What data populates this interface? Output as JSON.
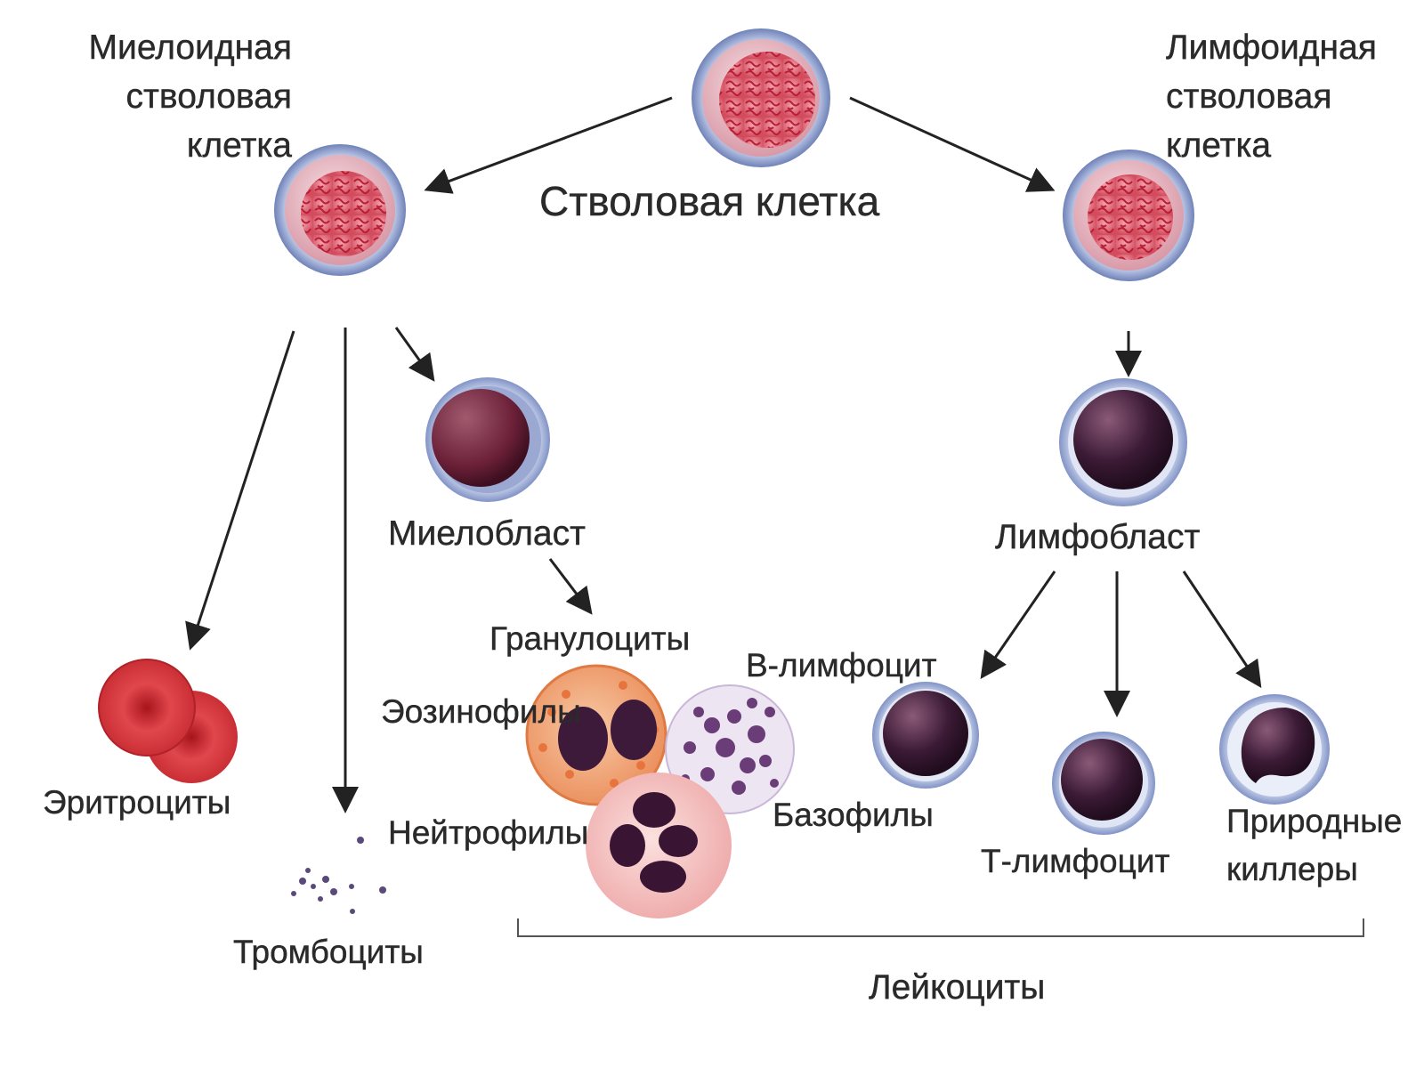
{
  "labels": {
    "myeloid_stem": [
      "Миелоидная",
      "стволовая",
      "клетка"
    ],
    "lymphoid_stem": [
      "Лимфоидная",
      "стволовая",
      "клетка"
    ],
    "stem_cell": "Стволовая клетка",
    "myeloblast": "Миелобласт",
    "lymphoblast": "Лимфобласт",
    "granulocytes": "Гранулоциты",
    "eosinophils": "Эозинофилы",
    "neutrophils": "Нейтрофилы",
    "basophils": "Базофилы",
    "erythrocytes": "Эритроциты",
    "platelets": "Тромбоциты",
    "b_lymphocyte": "В-лимфоцит",
    "t_lymphocyte": "Т-лимфоцит",
    "nk_cells": [
      "Природные",
      "киллеры"
    ],
    "leukocytes": "Лейкоциты"
  },
  "colors": {
    "stem_membrane": "#8fa3cf",
    "stem_cytoplasm": "#e6b6bf",
    "stem_nucleus": "#c9334a",
    "blast_nucleus": "#5a1f33",
    "erythrocyte": "#d8333a",
    "eosinophil_cytoplasm": "#f0a87a",
    "neutrophil_cytoplasm": "#f4c6c6",
    "basophil_granules": "#6a3d78",
    "lymphocyte_nucleus": "#3b1a35",
    "arrow": "#222222"
  }
}
